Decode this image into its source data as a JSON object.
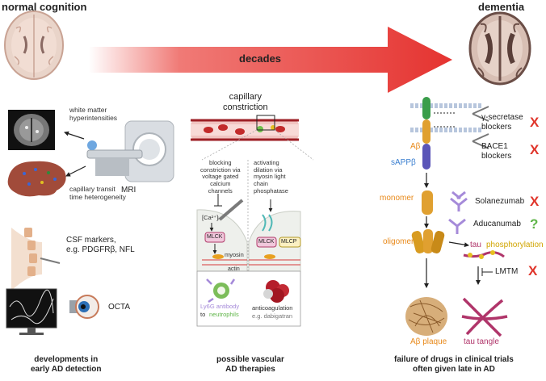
{
  "headers": {
    "left": "normal cognition",
    "right": "dementia",
    "arrow": "decades"
  },
  "left_panel": {
    "wmh": "white matter\nhyperintensities",
    "mri": "MRI",
    "transit": "capillary transit\ntime heterogeneity",
    "csf": "CSF markers,\ne.g. PDGFRβ, NFL",
    "octa": "OCTA",
    "caption": "developments in\nearly AD detection"
  },
  "middle_panel": {
    "title": "capillary\nconstriction",
    "blocking": "blocking\nconstriction via\nvoltage gated\ncalcium\nchannels",
    "activating": "activating\ndilation via\nmyosin light\nchain\nphosphatase",
    "ca": "[Ca²⁺]ᵢ",
    "mlck_left": "MLCK",
    "myosin": "myosin",
    "actin": "actin",
    "mlck_right": "MLCK",
    "mlcp": "MLCP",
    "ly6g_1": "Ly6G antibody",
    "ly6g_2": "to",
    "ly6g_3": "neutrophils",
    "anticoag_1": "anticoagulation",
    "anticoag_2": "e.g. dabigatran",
    "caption": "possible vascular\nAD therapies"
  },
  "right_panel": {
    "gamma": "γ-secretase\nblockers",
    "bace": "BACE1\nblockers",
    "abeta": "Aβ",
    "sappb": "sAPPβ",
    "monomer": "monomer",
    "solanezumab": "Solanezumab",
    "aducanumab": "Aducanumab",
    "oligomer": "oligomer",
    "tau_phos_1": "tau",
    "tau_phos_2": "phosphorylation",
    "lmtm": "LMTM",
    "plaque": "Aβ plaque",
    "tangle": "tau tangle",
    "mark_x": "X",
    "mark_q": "?",
    "caption": "failure of drugs in clinical trials\noften given late in AD"
  },
  "colors": {
    "arrow": "#e53330",
    "orange": "#e8891a",
    "purple": "#a58ad9",
    "green": "#5fb548"
  }
}
